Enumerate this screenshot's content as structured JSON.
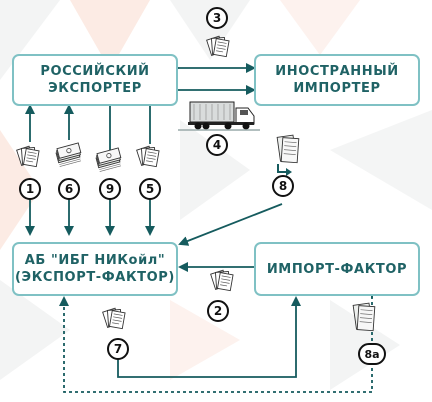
{
  "boxes": {
    "exporter": {
      "line1": "РОССИЙСКИЙ",
      "line2": "ЭКСПОРТЕР"
    },
    "importer": {
      "line1": "ИНОСТРАННЫЙ",
      "line2": "ИМПОРТЕР"
    },
    "bank": {
      "line1": "АБ \"ИБГ НИКойл\"",
      "line2": "(ЭКСПОРТ-ФАКТОР)"
    },
    "import_factor": {
      "line1": "ИМПОРТ-ФАКТОР"
    }
  },
  "steps": {
    "s1": "1",
    "s2": "2",
    "s3": "3",
    "s4": "4",
    "s5": "5",
    "s6": "6",
    "s7": "7",
    "s8": "8",
    "s8a": "8а",
    "s9": "9"
  },
  "icons": {
    "documents": "documents-icon",
    "money": "money-stack-icon",
    "truck": "truck-icon"
  },
  "colors": {
    "box_border": "#7fc1c4",
    "box_text": "#1f6265",
    "arrow": "#155b5e",
    "triangle_light": "#f2f3f3",
    "triangle_peach": "#fcebe4"
  }
}
